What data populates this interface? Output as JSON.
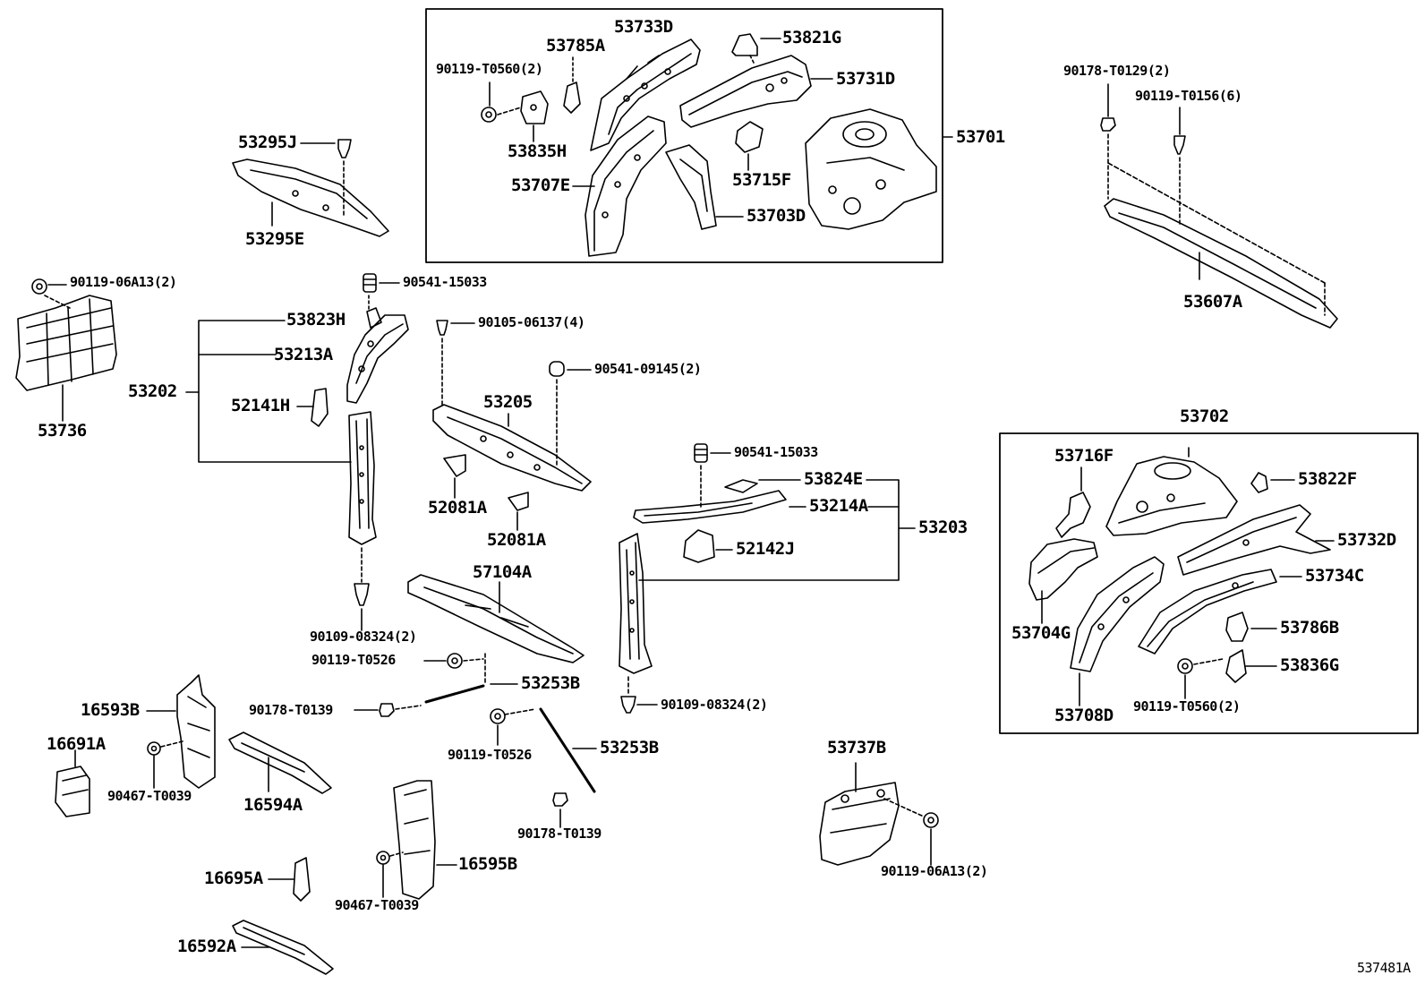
{
  "diagram": {
    "figure_id": "537481A",
    "group_labels": {
      "g53701": "53701",
      "g53702": "53702",
      "g53202": "53202",
      "g53203": "53203"
    },
    "parts": {
      "p53733D": "53733D",
      "p53785A": "53785A",
      "p53821G": "53821G",
      "p90119T0560_top": "90119-T0560(2)",
      "p53731D": "53731D",
      "p53835H": "53835H",
      "p53707E": "53707E",
      "p53715F": "53715F",
      "p53703D": "53703D",
      "p53295J": "53295J",
      "p53295E": "53295E",
      "p90178T0129": "90178-T0129(2)",
      "p90119T0156": "90119-T0156(6)",
      "p53607A": "53607A",
      "p9011906A13_top": "90119-06A13(2)",
      "p53736": "53736",
      "p9054115033_a": "90541-15033",
      "p53823H": "53823H",
      "p9010506137": "90105-06137(4)",
      "p53213A": "53213A",
      "p9054109145": "90541-09145(2)",
      "p52141H": "52141H",
      "p53205": "53205",
      "p52081A_a": "52081A",
      "p52081A_b": "52081A",
      "p9054115033_b": "90541-15033",
      "p53824E": "53824E",
      "p53214A": "53214A",
      "p52142J": "52142J",
      "p57104A": "57104A",
      "p9010908324_a": "90109-08324(2)",
      "p90119T0526_a": "90119-T0526",
      "p53253B_a": "53253B",
      "p90178T0139_a": "90178-T0139",
      "p9010908324_b": "90109-08324(2)",
      "p16593B": "16593B",
      "p16691A": "16691A",
      "p90119T0526_b": "90119-T0526",
      "p53253B_b": "53253B",
      "p90467T0039_a": "90467-T0039",
      "p16594A": "16594A",
      "p90178T0139_b": "90178-T0139",
      "p16595B": "16595B",
      "p16695A": "16695A",
      "p90467T0039_b": "90467-T0039",
      "p16592A": "16592A",
      "p53737B": "53737B",
      "p9011906A13_b": "90119-06A13(2)",
      "p53716F": "53716F",
      "p53822F": "53822F",
      "p53732D": "53732D",
      "p53734C": "53734C",
      "p53704G": "53704G",
      "p53786B": "53786B",
      "p53836G": "53836G",
      "p53708D": "53708D",
      "p90119T0560_right": "90119-T0560(2)"
    }
  }
}
